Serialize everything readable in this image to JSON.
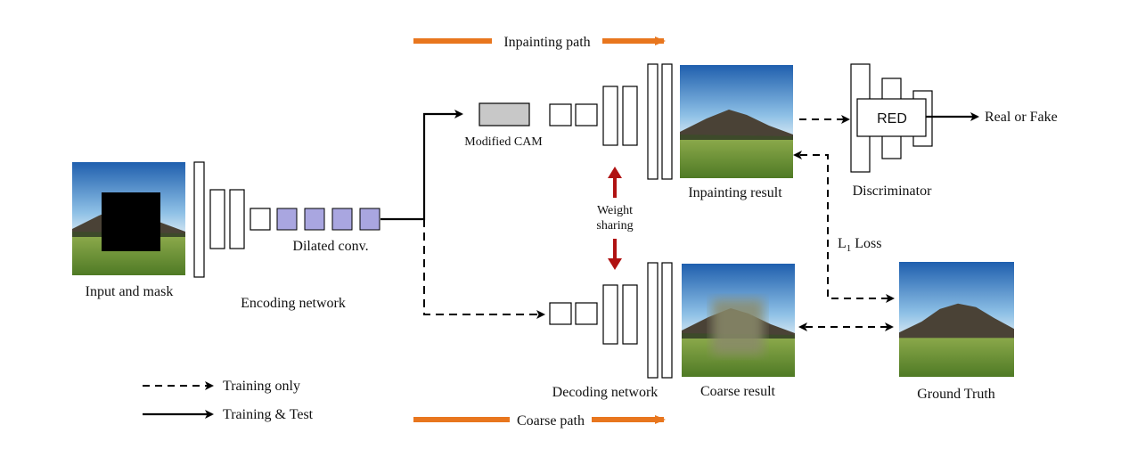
{
  "paths": {
    "inpainting_label": "Inpainting path",
    "coarse_label": "Coarse path"
  },
  "labels": {
    "input_and_mask": "Input and mask",
    "encoding_network": "Encoding network",
    "dilated_conv": "Dilated conv.",
    "modified_cam": "Modified CAM",
    "weight_sharing_line1": "Weight",
    "weight_sharing_line2": "sharing",
    "decoding_network": "Decoding network",
    "inpainting_result": "Inpainting result",
    "coarse_result": "Coarse result",
    "discriminator": "Discriminator",
    "red": "RED",
    "real_or_fake": "Real or Fake",
    "l1_loss_prefix": "L",
    "l1_loss_sub": "1",
    "l1_loss_suffix": " Loss",
    "ground_truth": "Ground Truth"
  },
  "legend": {
    "training_only": "Training  only",
    "training_and_test": "Training & Test"
  },
  "colors": {
    "path_arrow": "#e8761e",
    "dilated_block": "#a9a6e0",
    "cam_block": "#c8c8c8",
    "weight_arrow": "#b01212",
    "sky_top": "#1f5fae",
    "sky_mid": "#8fc1e6",
    "grass": "#5f8a2e",
    "mountain": "#4a4236"
  }
}
